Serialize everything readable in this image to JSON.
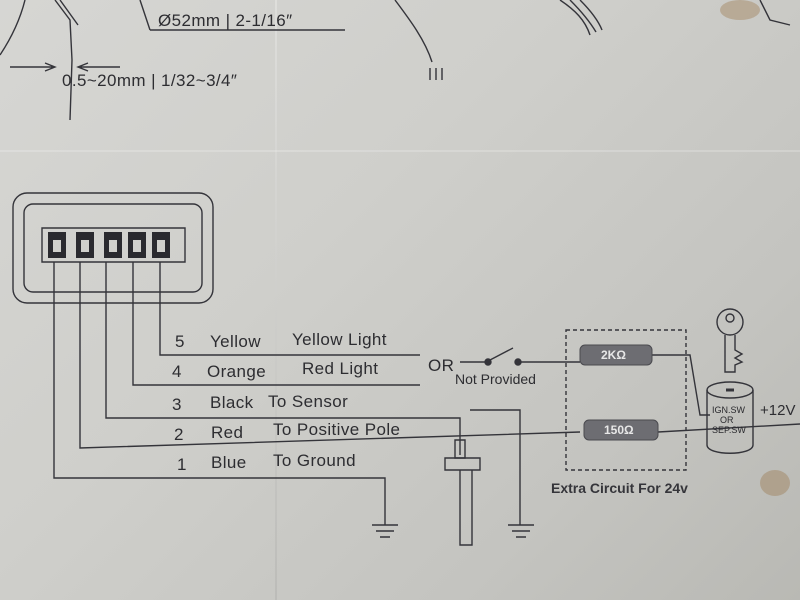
{
  "dimensions": {
    "diameter": "Ø52mm | 2-1/16″",
    "range": "0.5~20mm | 1/32~3/4″"
  },
  "wires": [
    {
      "num": "5",
      "color": "Yellow",
      "function": "Yellow Light"
    },
    {
      "num": "4",
      "color": "Orange",
      "function": "Red Light"
    },
    {
      "num": "3",
      "color": "Black",
      "function": "To Sensor"
    },
    {
      "num": "2",
      "color": "Red",
      "function": "To Positive Pole"
    },
    {
      "num": "1",
      "color": "Blue",
      "function": "To Ground"
    }
  ],
  "switch": {
    "or_label": "OR",
    "not_provided": "Not Provided"
  },
  "resistors": {
    "r1": "2KΩ",
    "r2": "150Ω"
  },
  "extra_circuit_label": "Extra Circuit For 24v",
  "ignition": {
    "line1": "IGN.SW",
    "line2": "OR",
    "line3": "SEP.SW"
  },
  "supply_label": "+12V",
  "colors": {
    "ink": "#2f2f33",
    "paper": "#d0d0cc",
    "resistor": "#6d6d72"
  }
}
